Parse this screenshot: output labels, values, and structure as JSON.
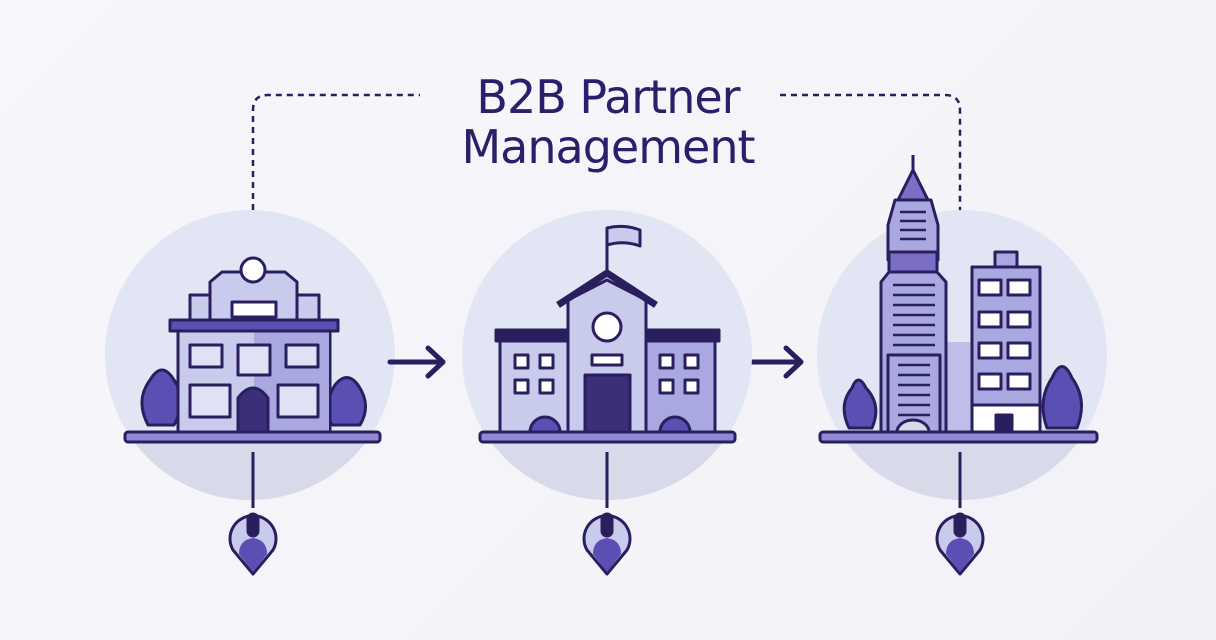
{
  "title": {
    "line1": "B2B Partner",
    "line2": "Management"
  },
  "colors": {
    "outline": "#2a1f5e",
    "light": "#c9cbed",
    "mid": "#8f88d4",
    "tree": "#5a4fb3",
    "circle": "#e2e5f3",
    "background": "#f4f4f9"
  },
  "nodes": [
    {
      "name": "small-business-building"
    },
    {
      "name": "institution-building"
    },
    {
      "name": "corporate-towers"
    }
  ]
}
